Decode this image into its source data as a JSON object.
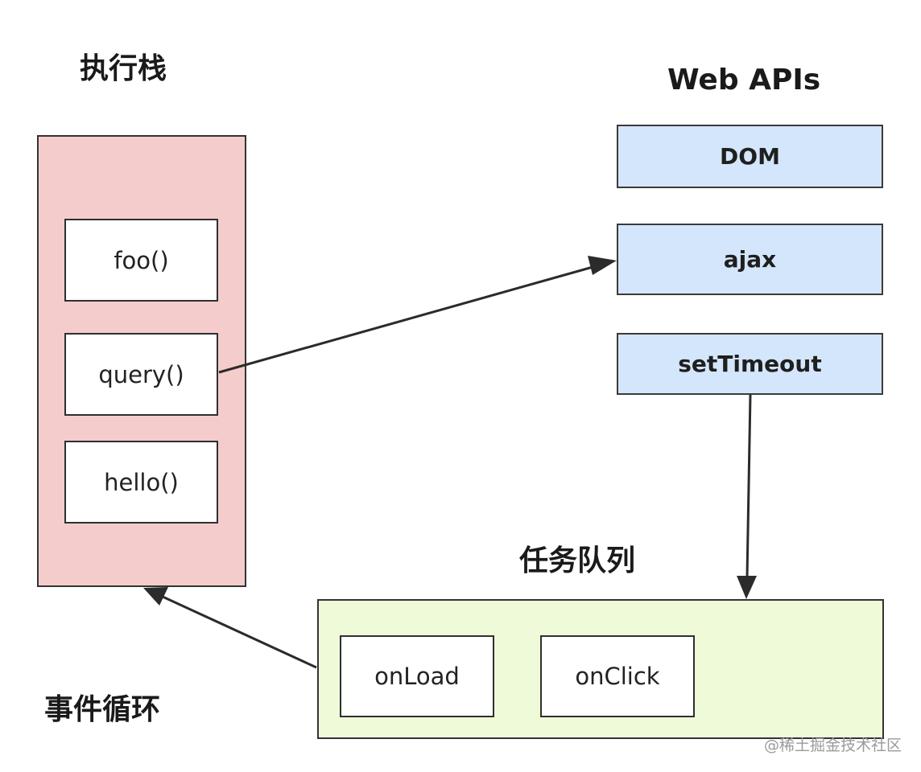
{
  "labels": {
    "call_stack": "执行栈",
    "web_apis": "Web APIs",
    "task_queue": "任务队列",
    "event_loop": "事件循环"
  },
  "call_stack": {
    "frames": [
      "foo()",
      "query()",
      "hello()"
    ]
  },
  "web_apis": {
    "items": [
      "DOM",
      "ajax",
      "setTimeout"
    ]
  },
  "task_queue": {
    "tasks": [
      "onLoad",
      "onClick"
    ]
  },
  "watermark": "@稀土掘金技术社区",
  "colors": {
    "call_stack_fill": "#f5cccc",
    "web_api_fill": "#d4e6fb",
    "task_queue_fill": "#eefad8",
    "border": "#333333"
  }
}
